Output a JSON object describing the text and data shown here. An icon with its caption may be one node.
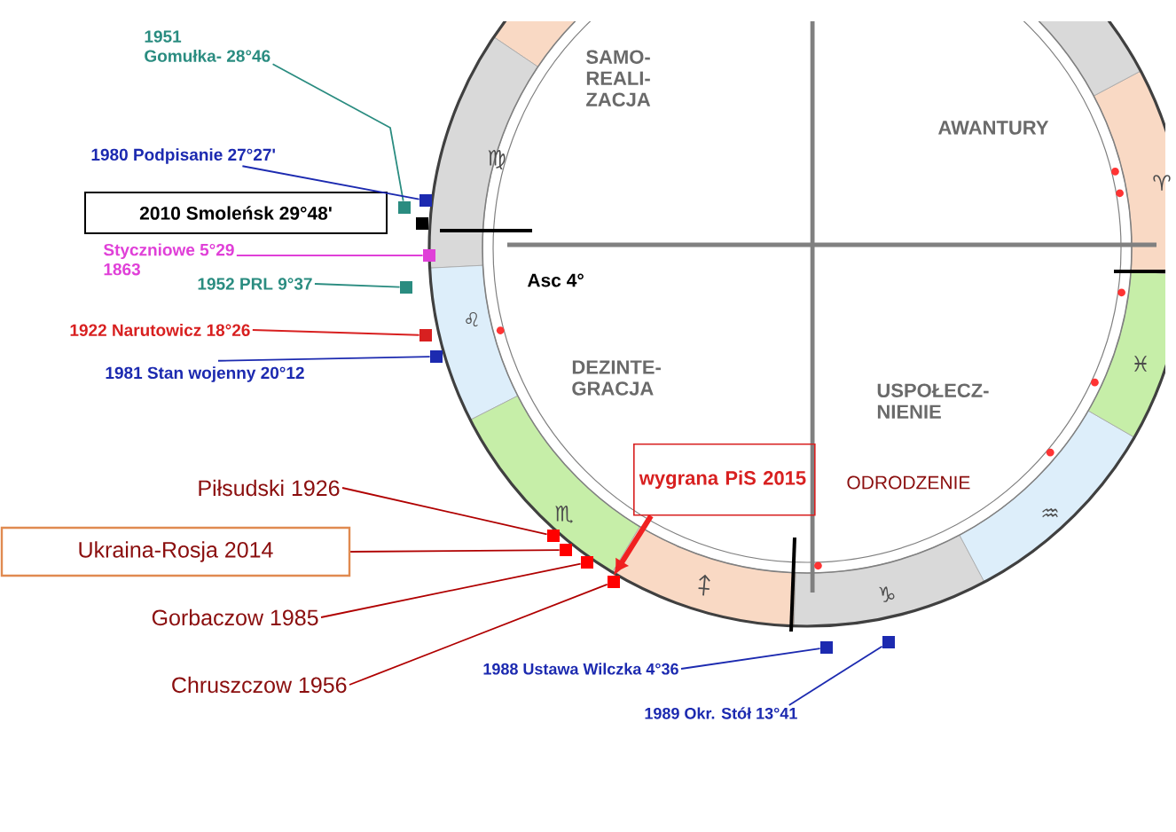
{
  "diagram": {
    "nodes": [
      {
        "text": [
          "1951",
          "Gomułka- 28°46"
        ]
      },
      {
        "text": [
          "1980 Podpisanie 27°27'"
        ]
      },
      {
        "text": [
          "2010 Smoleńsk 29°48'"
        ]
      },
      {
        "text": [
          "Styczniowe 5°29",
          "1863"
        ]
      },
      {
        "text": [
          "1952 PRL 9°37"
        ]
      },
      {
        "text": [
          "1922 Narutowicz 18°26"
        ]
      },
      {
        "text": [
          "1981 Stan wojenny 20°12"
        ]
      },
      {
        "text": [
          "Piłsudski 1926"
        ]
      },
      {
        "text": [
          "Ukraina-Rosja 2014"
        ]
      },
      {
        "text": [
          "Gorbaczow 1985"
        ]
      },
      {
        "text": [
          "Chruszczow 1956"
        ]
      },
      {
        "text": [
          "wygrana PiS 2015"
        ]
      },
      {
        "text": [
          "1988 Ustawa Wilczka 4°36"
        ]
      },
      {
        "text": [
          "1989 Okr. Stół 13°41"
        ]
      },
      {
        "text": [],
        "shape": "box"
      },
      {
        "text": [],
        "shape": "box"
      },
      {
        "text": [],
        "shape": "box"
      },
      {
        "text": [],
        "shape": "box"
      },
      {
        "text": [],
        "shape": "box"
      },
      {
        "text": [],
        "shape": "box"
      },
      {
        "text": [],
        "shape": "box"
      },
      {
        "text": [],
        "shape": "box"
      },
      {
        "text": [],
        "shape": "box"
      },
      {
        "text": [],
        "shape": "box"
      },
      {
        "text": [],
        "shape": "box"
      },
      {
        "text": [],
        "shape": "box"
      }
    ],
    "edges": [
      {
        "from": 0,
        "to": 14,
        "arrow": "none",
        "color": "#2a8c80"
      },
      {
        "from": 1,
        "to": 15,
        "arrow": "none",
        "color": "#1c2ab0"
      },
      {
        "from": 3,
        "to": 16,
        "arrow": "none",
        "color": "#e040d8"
      },
      {
        "from": 4,
        "to": 17,
        "arrow": "none",
        "color": "#2a8c80"
      },
      {
        "from": 5,
        "to": 18,
        "arrow": "none",
        "color": "#d82020"
      },
      {
        "from": 6,
        "to": 19,
        "arrow": "none",
        "color": "#1c2ab0"
      },
      {
        "from": 7,
        "to": 20,
        "arrow": "none",
        "color": "#b00000"
      },
      {
        "from": 8,
        "to": 21,
        "arrow": "none",
        "color": "#b00000"
      },
      {
        "from": 9,
        "to": 22,
        "arrow": "none",
        "color": "#b00000"
      },
      {
        "from": 10,
        "to": 23,
        "arrow": "none",
        "color": "#b00000"
      },
      {
        "from": 11,
        "to": 23,
        "arrow": "to",
        "style": "thick",
        "color": "#f02020"
      },
      {
        "from": 12,
        "to": 24,
        "arrow": "none",
        "color": "#1c2ab0"
      },
      {
        "from": 13,
        "to": 25,
        "arrow": "none",
        "color": "#1c2ab0"
      }
    ],
    "labels": [
      "SAMO- REALI- ZACJA",
      "AWANTURY",
      "♍",
      "♈",
      "Asc 4°",
      "♌",
      "DEZINTE- GRACJA",
      "USPOŁECZ- NIENIE",
      "♓",
      "♏",
      "ODRODZENIE",
      "♒",
      "♐",
      "♑"
    ]
  }
}
